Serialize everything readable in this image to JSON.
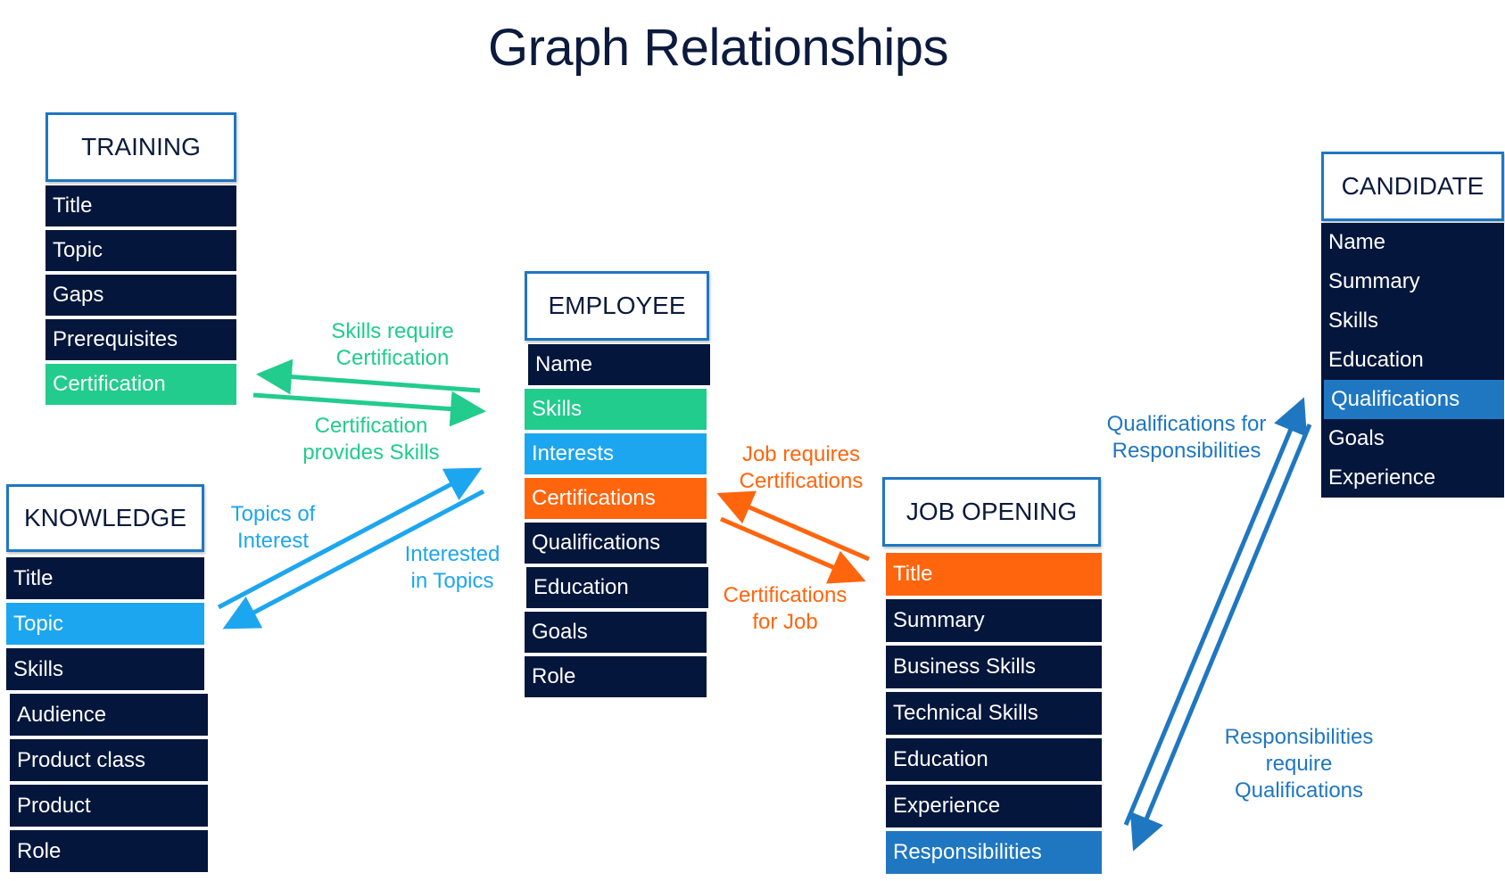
{
  "title": "Graph Relationships",
  "colors": {
    "navy": "#05163c",
    "green": "#21cc8c",
    "light_blue": "#1da6f0",
    "orange": "#ff650d",
    "mid_blue": "#1f77c2"
  },
  "entities": {
    "training": {
      "name": "TRAINING",
      "fields": [
        "Title",
        "Topic",
        "Gaps",
        "Prerequisites",
        "Certification"
      ]
    },
    "knowledge": {
      "name": "KNOWLEDGE",
      "fields": [
        "Title",
        "Topic",
        "Skills",
        "Audience",
        "Product class",
        "Product",
        "Role"
      ]
    },
    "employee": {
      "name": "EMPLOYEE",
      "fields": [
        "Name",
        "Skills",
        "Interests",
        "Certifications",
        "Qualifications",
        "Education",
        "Goals",
        "Role"
      ]
    },
    "job_opening": {
      "name": "JOB OPENING",
      "fields": [
        "Title",
        "Summary",
        "Business Skills",
        "Technical Skills",
        "Education",
        "Experience",
        "Responsibilities"
      ]
    },
    "candidate": {
      "name": "CANDIDATE",
      "fields": [
        "Name",
        "Summary",
        "Skills",
        "Education",
        "Qualifications",
        "Goals",
        "Experience"
      ]
    }
  },
  "relationships": {
    "skills_require_certification": "Skills require\nCertification",
    "certification_provides_skills": "Certification\nprovides Skills",
    "topics_of_interest": "Topics of\nInterest",
    "interested_in_topics": "Interested\nin Topics",
    "job_requires_certifications": "Job requires\nCertifications",
    "certifications_for_job": "Certifications\nfor Job",
    "qualifications_for_responsibilities": "Qualifications for\nResponsibilities",
    "responsibilities_require_qualifications": "Responsibilities\nrequire\nQualifications"
  }
}
